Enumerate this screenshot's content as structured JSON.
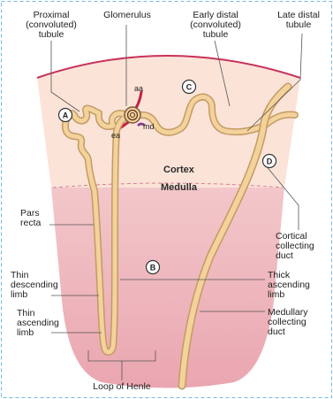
{
  "labels": {
    "proximal_tubule": "Proximal\n(convoluted)\ntubule",
    "glomerulus": "Glomerulus",
    "early_distal_tubule": "Early distal\n(convoluted)\ntubule",
    "late_distal_tubule": "Late distal\ntubule",
    "pars_recta": "Pars\nrecta",
    "thin_descending_limb": "Thin\ndescending\nlimb",
    "thin_ascending_limb": "Thin\nascending\nlimb",
    "thick_ascending_limb": "Thick\nascending\nlimb",
    "cortical_collecting_duct": "Cortical\ncollecting\nduct",
    "medullary_collecting_duct": "Medullary\ncollecting\nduct",
    "loop_of_henle": "Loop of Henle"
  },
  "zones": {
    "cortex": "Cortex",
    "medulla": "Medulla"
  },
  "vessels": {
    "aa": "aa",
    "ea": "ea",
    "md": "md"
  },
  "markers": {
    "a": "A",
    "b": "B",
    "c": "C",
    "d": "D"
  },
  "colors": {
    "cortex": "#fbe3d8",
    "medulla": "#f1bcc2",
    "capsule": "#c8325a",
    "tubule_fill": "#f3d29b",
    "tubule_outline": "#c39b63",
    "frame": "#74b9e6"
  }
}
